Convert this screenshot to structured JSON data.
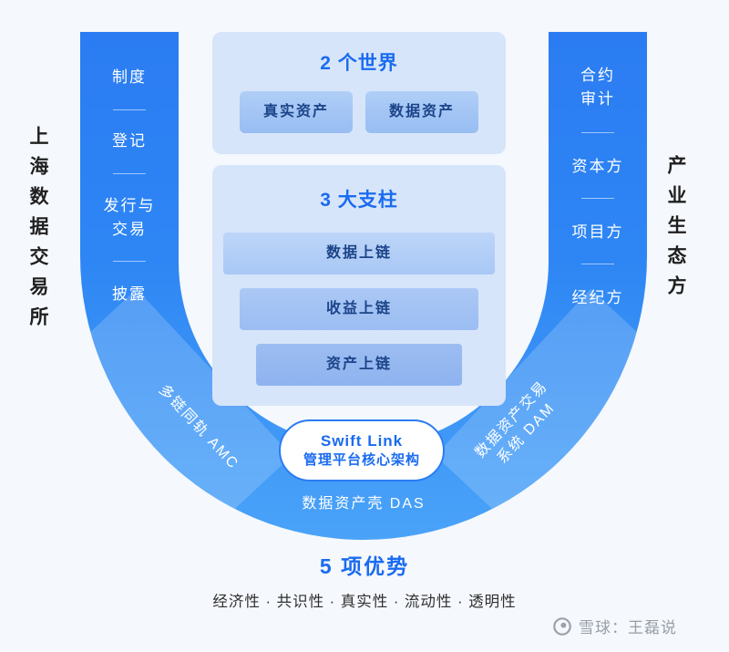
{
  "side_labels": {
    "left": "上海数据交易所",
    "right": "产业生态方"
  },
  "left_column": {
    "items": [
      "制度",
      "登记",
      "发行与交易",
      "披露"
    ]
  },
  "right_column": {
    "items": [
      "合约审计",
      "资本方",
      "项目方",
      "经纪方"
    ]
  },
  "worlds_panel": {
    "title": "2 个世界",
    "items": [
      "真实资产",
      "数据资产"
    ]
  },
  "pillars_panel": {
    "title": "3 大支柱",
    "items": [
      "数据上链",
      "收益上链",
      "资产上链"
    ]
  },
  "core": {
    "line1": "Swift Link",
    "line2": "管理平台核心架构"
  },
  "band": {
    "left_diagonal": "多链同轨 AMC",
    "right_diagonal": "数据资产交易系统 DAM",
    "bottom_label": "数据资产壳 DAS"
  },
  "footer": {
    "title": "5 项优势",
    "subtitle": "经济性 · 共识性 · 真实性 · 流动性 · 透明性"
  },
  "watermark": {
    "text": "雪球：王磊说"
  },
  "colors": {
    "band_blue_top": "#2b7cf2",
    "band_blue_bottom": "#4aa3f8",
    "panel_bg": "#d7e5fa",
    "accent_blue": "#1a6bf0",
    "box_blue": "#a4c6f4",
    "navy_text": "#1c4489",
    "background": "#f5f8fc"
  }
}
